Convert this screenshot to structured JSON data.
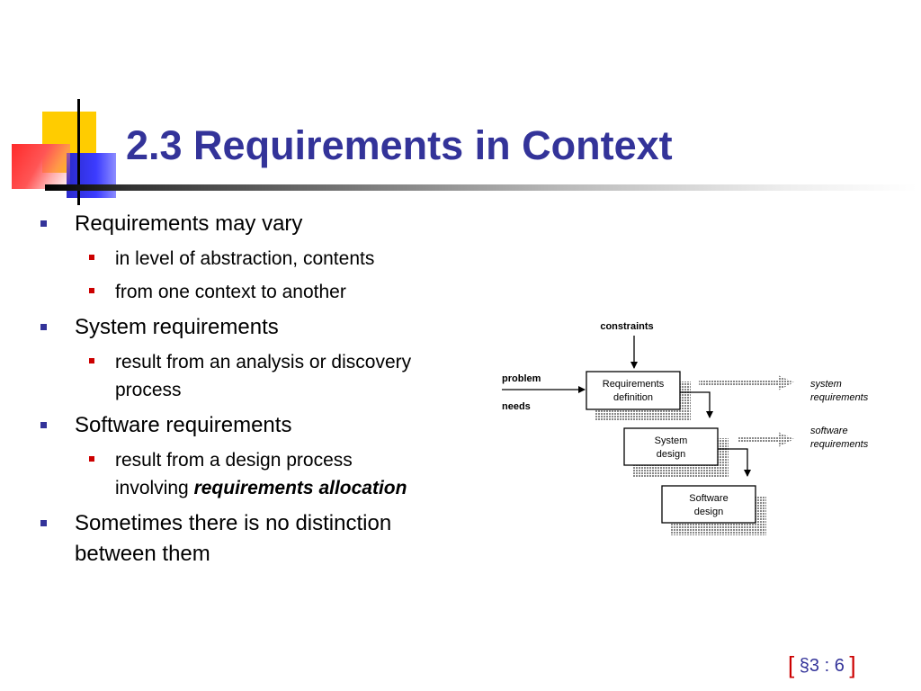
{
  "title": "2.3 Requirements in Context",
  "bullets": [
    {
      "text": "Requirements may vary",
      "sub": [
        "in level of abstraction, contents",
        "from one context to another"
      ]
    },
    {
      "text": "System requirements",
      "sub": [
        "result from an analysis or discovery",
        "process"
      ]
    },
    {
      "text": "Software requirements",
      "sub": [
        "result from a design process",
        "involving ",
        "requirements allocation"
      ]
    },
    {
      "text": "Sometimes there is no distinction",
      "cont": "between them"
    }
  ],
  "diagram": {
    "constraints": "constraints",
    "problem": "problem",
    "needs": "needs",
    "box1": [
      "Requirements",
      "definition"
    ],
    "box2": [
      "System",
      "design"
    ],
    "box3": [
      "Software",
      "design"
    ],
    "out1": [
      "system",
      "requirements"
    ],
    "out2": [
      "software",
      "requirements"
    ]
  },
  "footer": {
    "open": "[",
    "ref": "§3 : 6",
    "close": "]"
  }
}
